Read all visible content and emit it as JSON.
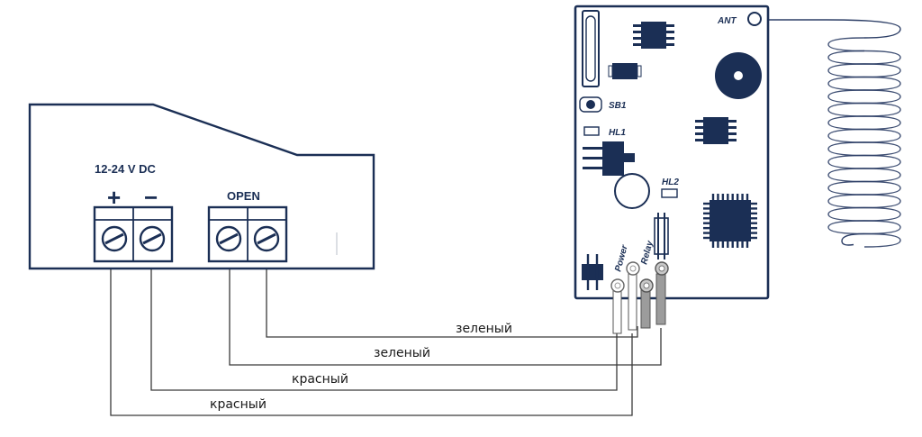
{
  "controller": {
    "voltage_label": "12-24 V DC",
    "plus_label": "+",
    "minus_label": "−",
    "open_label": "OPEN"
  },
  "board": {
    "ant_label": "ANT",
    "sb1_label": "SB1",
    "hl1_label": "HL1",
    "hl2_label": "HL2",
    "power_label": "Power",
    "relay_label": "Relay"
  },
  "wires": [
    {
      "label": "зеленый"
    },
    {
      "label": "зеленый"
    },
    {
      "label": "красный"
    },
    {
      "label": "красный"
    }
  ],
  "colors": {
    "navy": "#1b2f55",
    "wire": "#3a3a3a"
  }
}
